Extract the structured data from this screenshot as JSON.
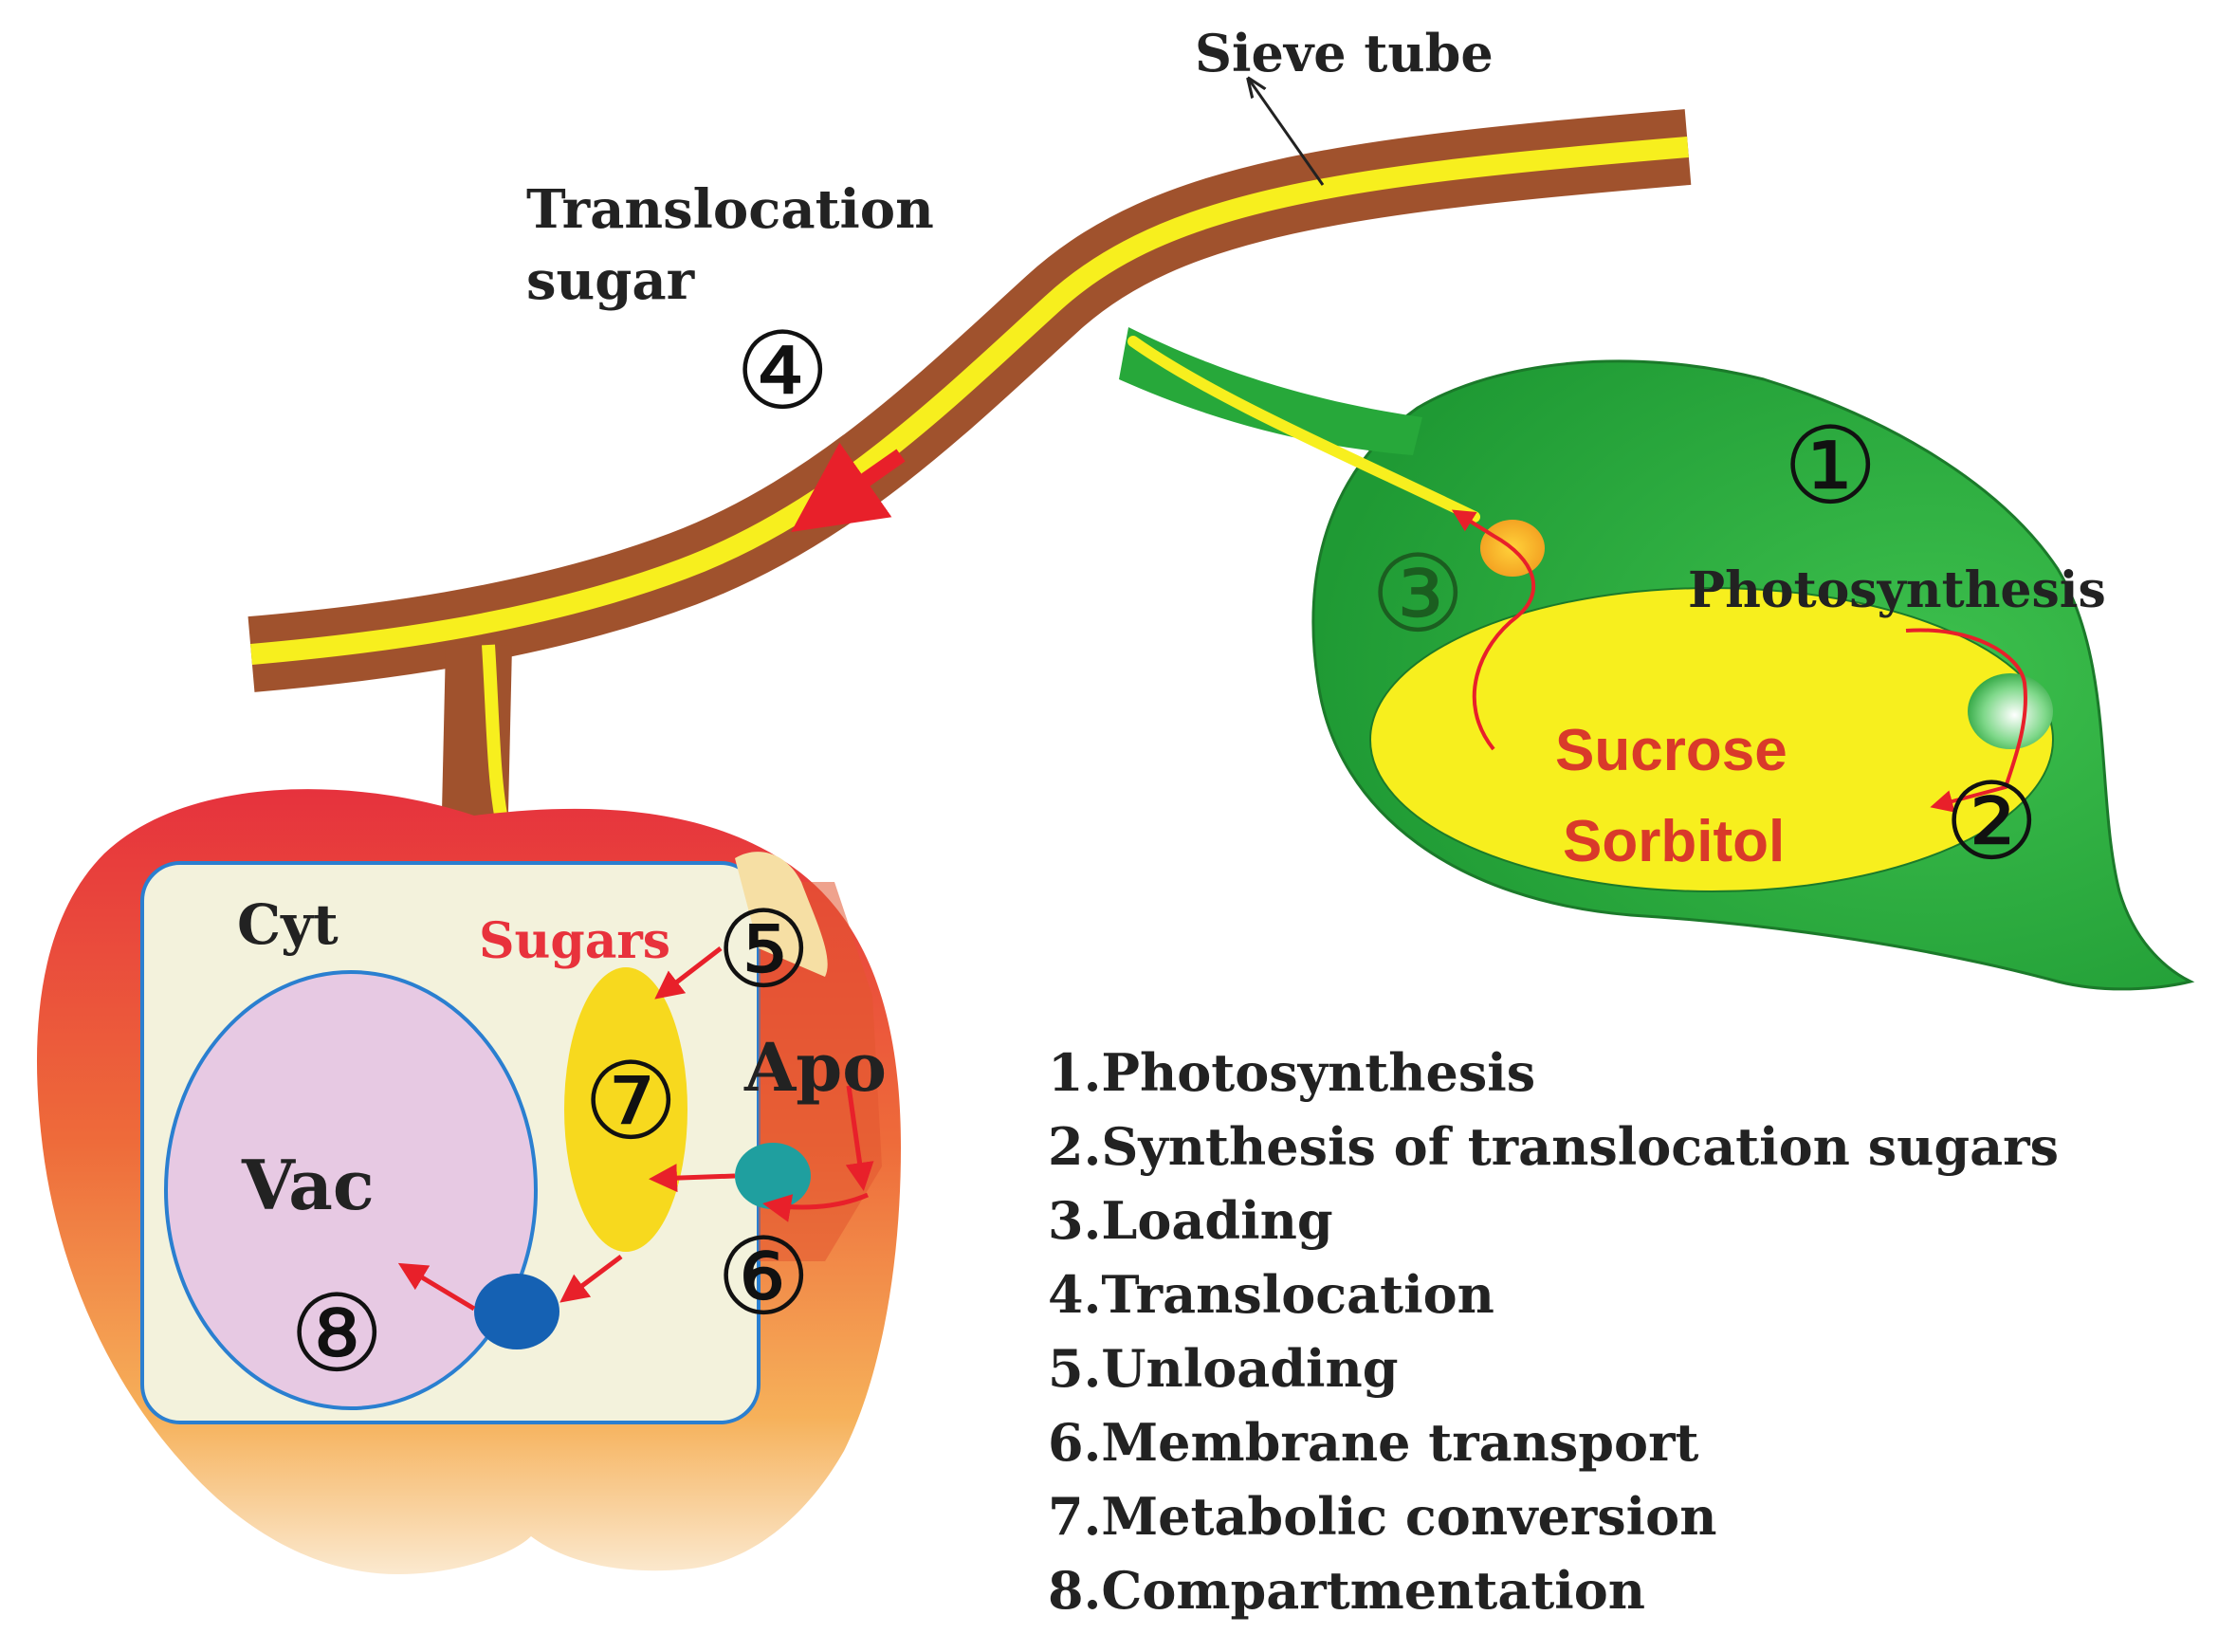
{
  "labels": {
    "sieve_tube": "Sieve tube",
    "translocation_sugar_line1": "Translocation",
    "translocation_sugar_line2": "sugar",
    "photosynthesis": "Photosynthesis",
    "sucrose": "Sucrose",
    "sorbitol": "Sorbitol",
    "cyt": "Cyt",
    "sugars": "Sugars",
    "apo": "Apo",
    "vac": "Vac"
  },
  "markers": {
    "m1": "①",
    "m2": "②",
    "m3": "③",
    "m4": "④",
    "m5": "⑤",
    "m6": "⑥",
    "m7": "⑦",
    "m8": "⑧"
  },
  "legend": [
    "1.Photosynthesis",
    "2.Synthesis of translocation sugars",
    "3.Loading",
    "4.Translocation",
    "5.Unloading",
    "6.Membrane transport",
    "7.Metabolic conversion",
    "8.Compartmentation"
  ],
  "colors": {
    "stem_brown": "#a0522d",
    "phloem_yellow": "#f7ef1e",
    "leaf_green": "#27a83a",
    "apple_red": "#e8323c",
    "cytoplasm": "#f3f2dc",
    "vacuole": "#e7c9e3",
    "arrow_red": "#e8202a",
    "membrane_blue": "#2a7fd0"
  }
}
